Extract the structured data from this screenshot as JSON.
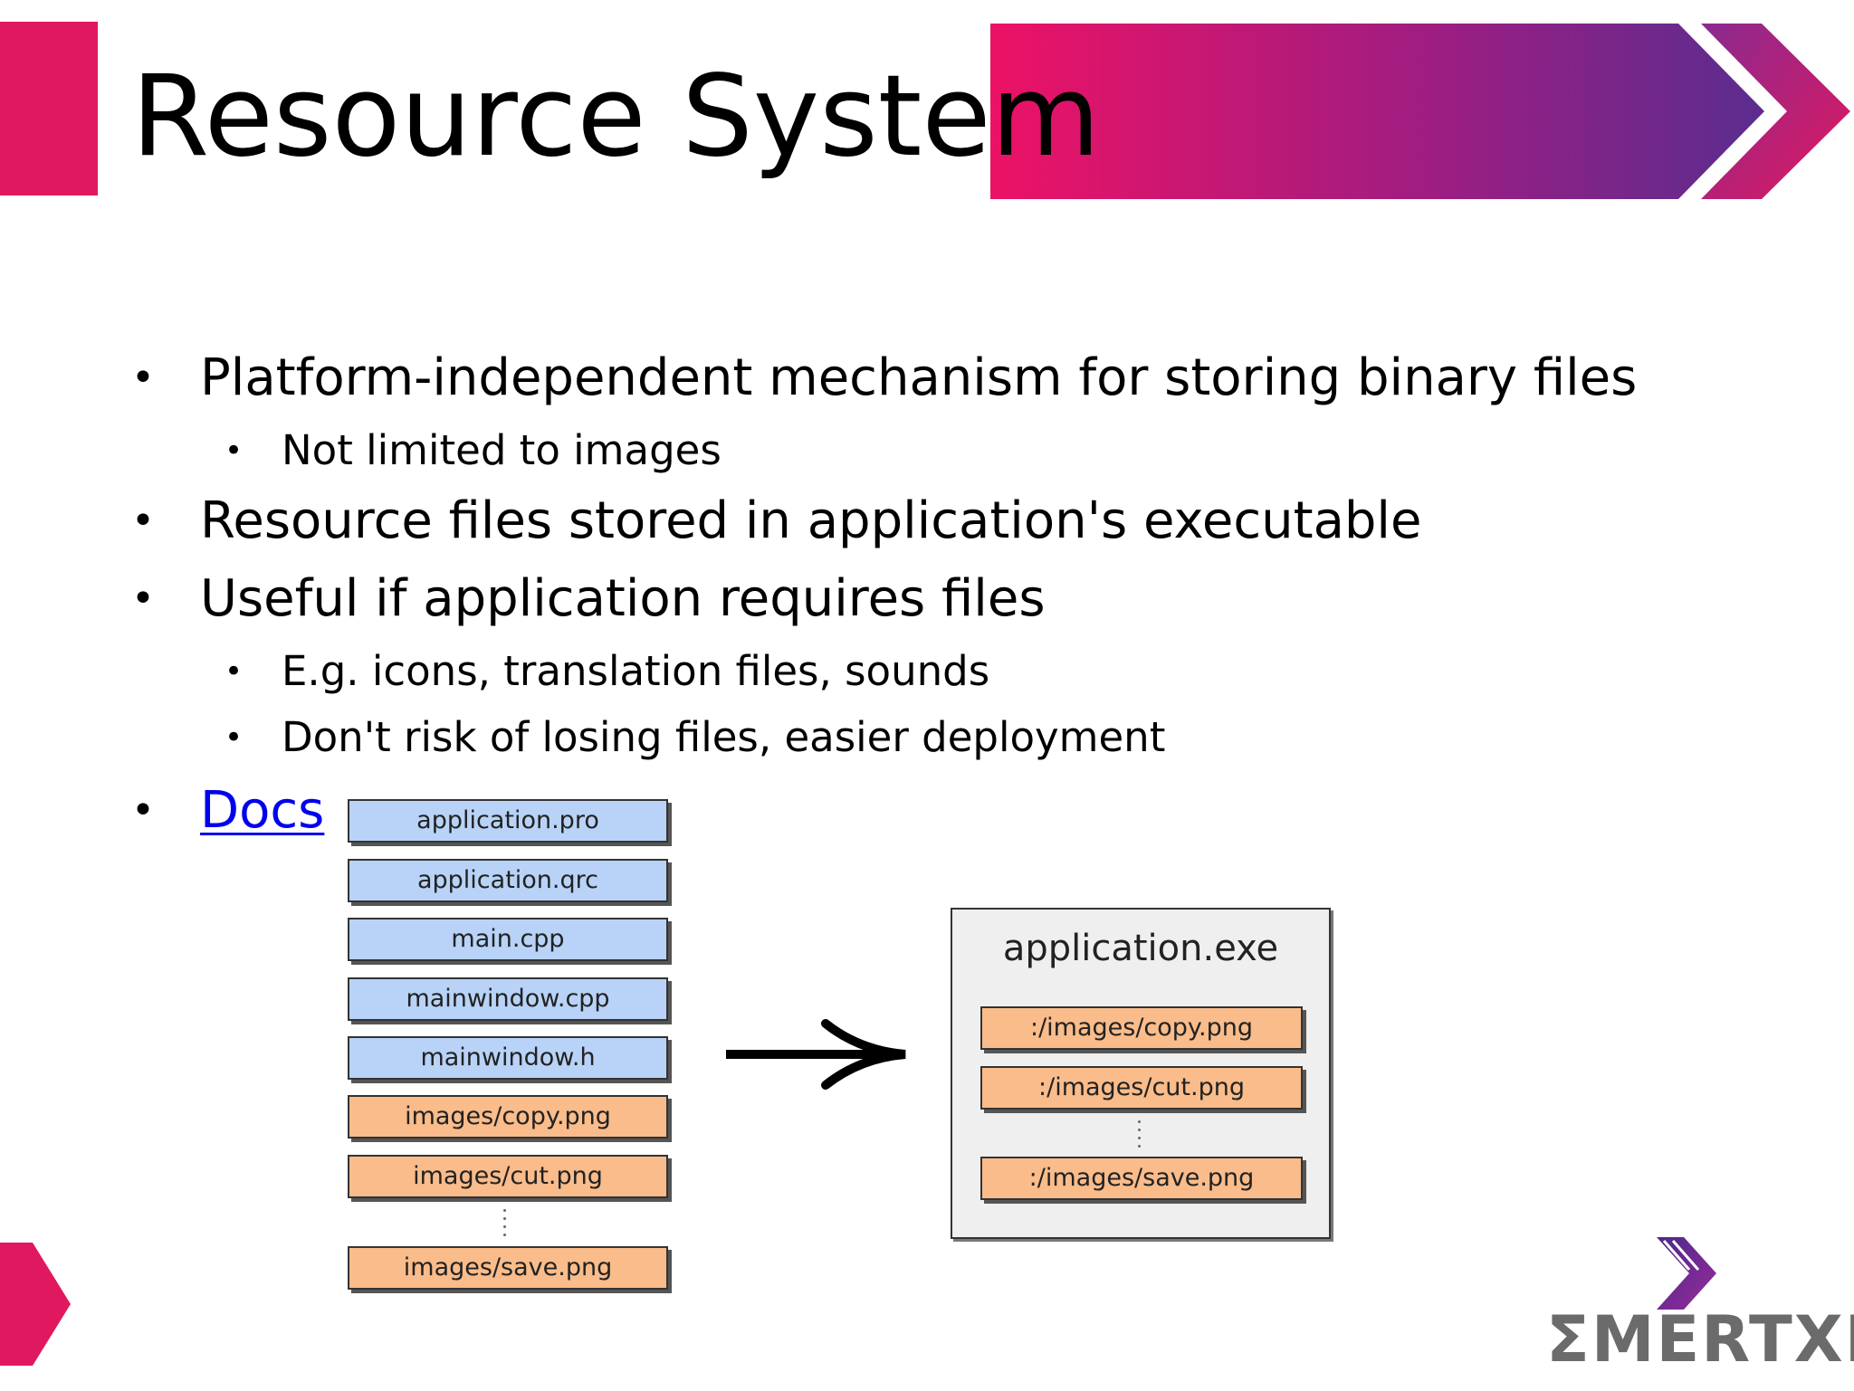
{
  "slide": {
    "title": "Resource System",
    "bullets": [
      "Platform-independent mechanism for storing binary files",
      "Not limited to images",
      "Resource files stored in application's executable",
      "Useful if application requires files",
      "E.g. icons, translation files, sounds",
      "Don't risk of losing files, easier deployment",
      "Docs"
    ],
    "bullet_char": "•"
  },
  "diagram": {
    "source_files": [
      "application.pro",
      "application.qrc",
      "main.cpp",
      "mainwindow.cpp",
      "mainwindow.h",
      "images/copy.png",
      "images/cut.png",
      "images/save.png"
    ],
    "exe_title": "application.exe",
    "exe_resources": [
      ":/images/copy.png",
      ":/images/cut.png",
      ":/images/save.png"
    ]
  },
  "logo": {
    "text": "ΣMERTXE"
  },
  "colors": {
    "accent": "#e0185f",
    "banner_start": "#ec1266",
    "banner_end": "#5a2d8f",
    "link": "#0000ee",
    "source_blue": "#b8d3f7",
    "resource_orange": "#f9bc8a"
  },
  "icons": {
    "arrow": "right-arrow-icon",
    "banner": "double-chevron-icon"
  }
}
